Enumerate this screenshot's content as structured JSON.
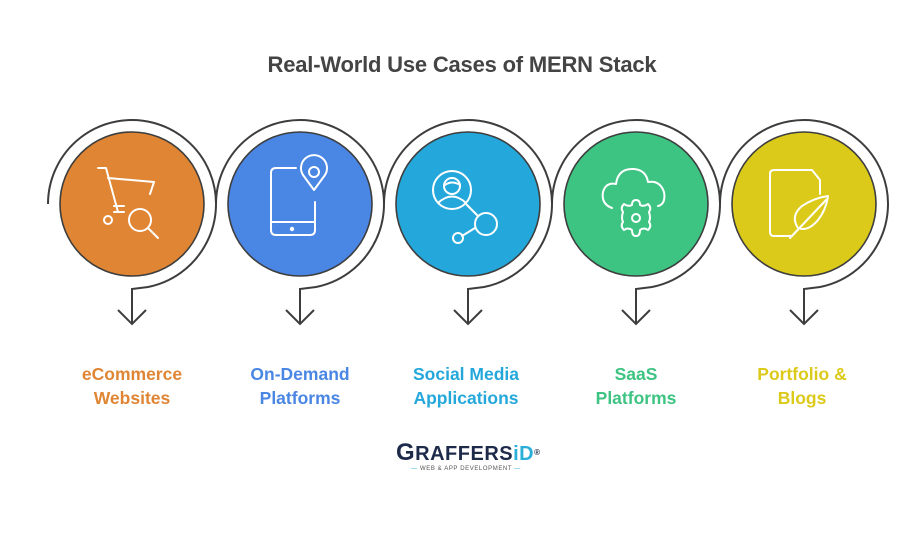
{
  "title": "Real-World Use Cases of MERN Stack",
  "steps": [
    {
      "label_line1": "eCommerce",
      "label_line2": "Websites",
      "color": "#DF8534",
      "icon": "shopping-cart-search-icon"
    },
    {
      "label_line1": "On-Demand",
      "label_line2": "Platforms",
      "color": "#4A86E3",
      "icon": "mobile-location-pin-icon"
    },
    {
      "label_line1": "Social Media",
      "label_line2": "Applications",
      "color": "#24A8DB",
      "icon": "user-network-icon"
    },
    {
      "label_line1": "SaaS",
      "label_line2": "Platforms",
      "color": "#3DC482",
      "icon": "cloud-gear-icon"
    },
    {
      "label_line1": "Portfolio &",
      "label_line2": "Blogs",
      "color": "#DCCA1A",
      "icon": "document-feather-icon"
    }
  ],
  "logo": {
    "brand_prefix": "G",
    "brand_main": "RAFFERS",
    "brand_suffix": "iD",
    "registered": "®",
    "tagline": "WEB & APP DEVELOPMENT"
  },
  "colors": {
    "title": "#444444",
    "outline": "#3d3d3d",
    "icon_stroke": "#ffffff"
  }
}
